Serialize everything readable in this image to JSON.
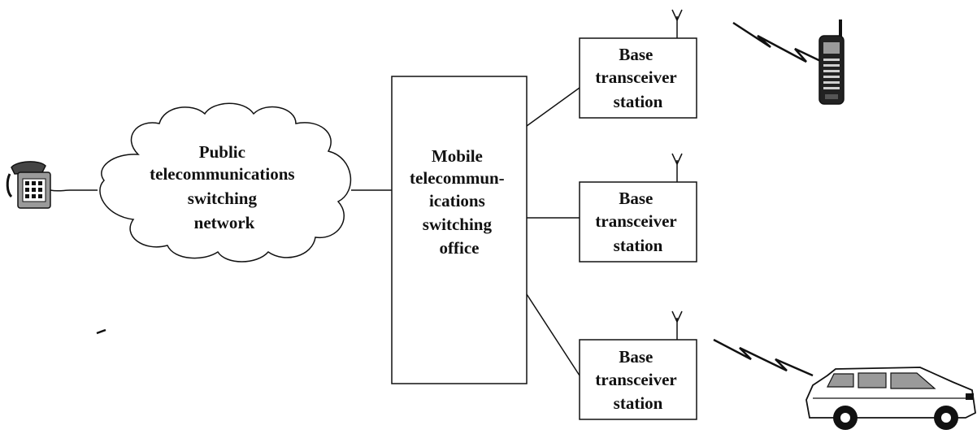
{
  "diagram": {
    "network": {
      "lines": [
        "Public",
        "telecommunications",
        "switching",
        "network"
      ]
    },
    "mtso": {
      "lines": [
        "Mobile",
        "telecommun-",
        "ications",
        "switching",
        "office"
      ]
    },
    "base_stations": [
      {
        "lines": [
          "Base",
          "transceiver",
          "station"
        ]
      },
      {
        "lines": [
          "Base",
          "transceiver",
          "station"
        ]
      },
      {
        "lines": [
          "Base",
          "transceiver",
          "station"
        ]
      }
    ],
    "icons": {
      "landline": "telephone-icon",
      "handset": "cell-phone-icon",
      "vehicle": "car-icon",
      "antenna": "antenna-icon",
      "radio_link": "lightning-bolt-icon"
    },
    "colors": {
      "ink": "#111111",
      "fill": "#ffffff",
      "icon_gray": "#9a9a9a"
    }
  }
}
